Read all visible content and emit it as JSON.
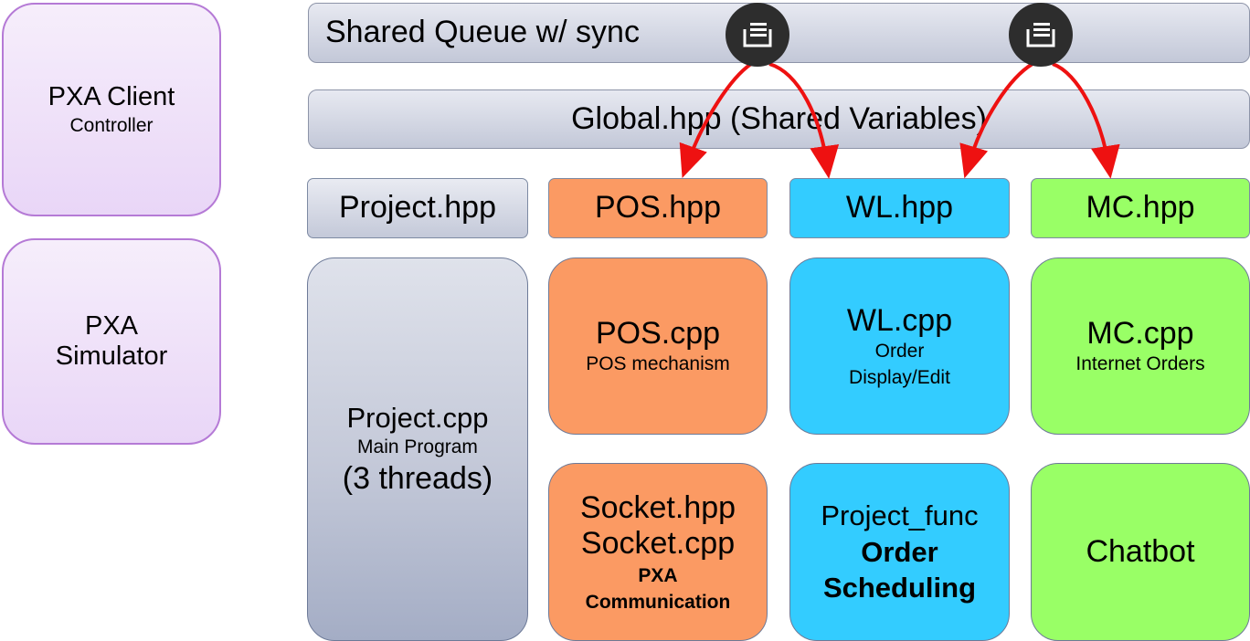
{
  "left": {
    "client_title": "PXA Client",
    "client_sub": "Controller",
    "simulator_line1": "PXA",
    "simulator_line2": "Simulator"
  },
  "queue_bar": {
    "label": "Shared Queue w/ sync"
  },
  "global_bar": {
    "label": "Global.hpp (Shared Variables)"
  },
  "headers": {
    "project": "Project.hpp",
    "pos": "POS.hpp",
    "wl": "WL.hpp",
    "mc": "MC.hpp"
  },
  "project_cpp": {
    "title": "Project.cpp",
    "sub": "Main Program",
    "threads": "(3 threads)"
  },
  "pos_cpp": {
    "title": "POS.cpp",
    "sub": "POS mechanism"
  },
  "wl_cpp": {
    "title": "WL.cpp",
    "sub1": "Order",
    "sub2": "Display/Edit"
  },
  "mc_cpp": {
    "title": "MC.cpp",
    "sub": "Internet Orders"
  },
  "socket": {
    "line1": "Socket.hpp",
    "line2": "Socket.cpp",
    "sub1": "PXA",
    "sub2": "Communication"
  },
  "project_func": {
    "title": "Project_func",
    "sub1": "Order",
    "sub2": "Scheduling"
  },
  "chatbot": {
    "label": "Chatbot"
  },
  "colors": {
    "arrow": "#ee1111",
    "orange": "#fb9a63",
    "blue": "#33ccff",
    "green": "#99ff66",
    "purple_border": "#b57ad6"
  },
  "icons": [
    "queue-icon",
    "queue-icon"
  ]
}
